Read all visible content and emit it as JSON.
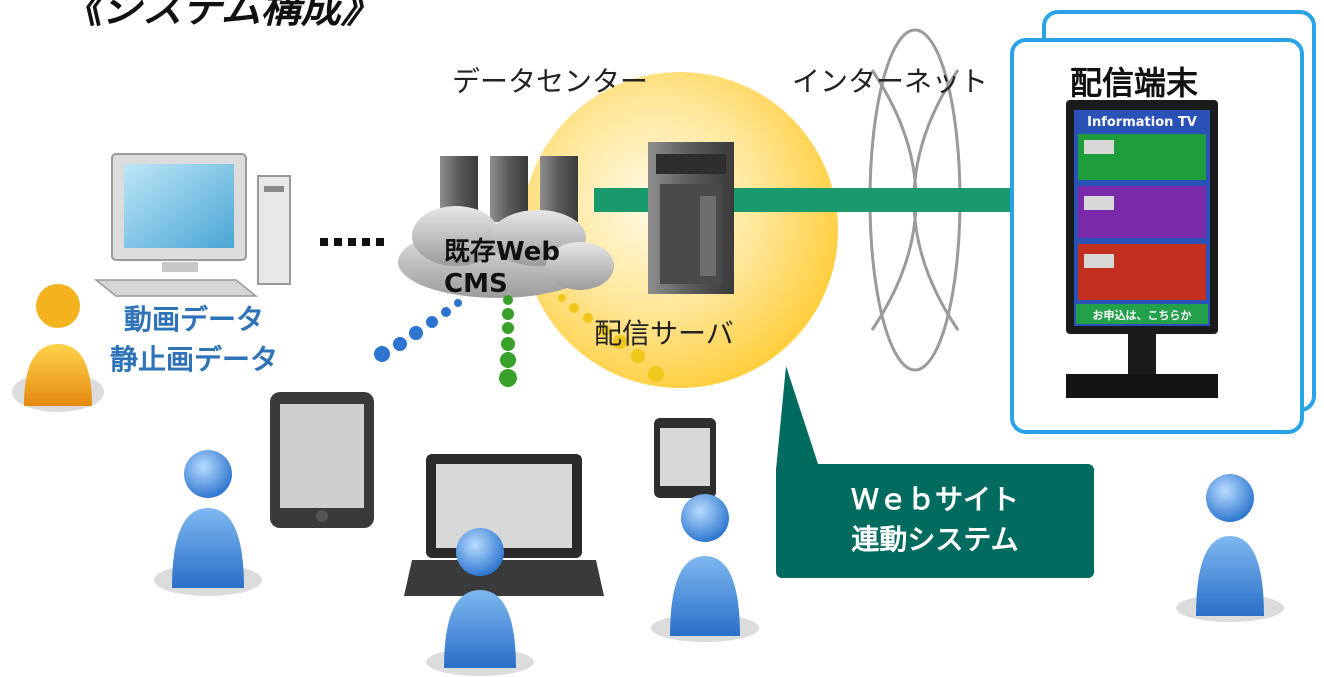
{
  "title": "《システム構成》",
  "labels": {
    "datacenter": "データセンター",
    "internet": "インターネット",
    "terminal": "配信端末",
    "media_line1": "動画データ",
    "media_line2": "静止画データ",
    "cms_line1": "既存Web",
    "cms_line2": "CMS",
    "server": "配信サーバ",
    "callout_line1": "Ｗｅｂサイト",
    "callout_line2": "連動システム",
    "screen_header": "Information TV",
    "screen_footer": "お申込は、こちらか"
  },
  "colors": {
    "arrow": "#1a9a6c",
    "callout": "#006b5e",
    "blue_text": "#2e72b8",
    "terminal_border": "#2aa3e6",
    "person_blue": "#3a86d6",
    "person_orange": "#f0a020",
    "dot_blue": "#2c74d0",
    "dot_green": "#3aa02c",
    "dot_yellow": "#f0c81c"
  },
  "icons": [
    "desktop-pc-icon",
    "server-rack-icon",
    "cloud-icon",
    "tablet-icon",
    "laptop-icon",
    "smartphone-icon",
    "person-icon",
    "digital-signage-icon",
    "globe-icon"
  ]
}
